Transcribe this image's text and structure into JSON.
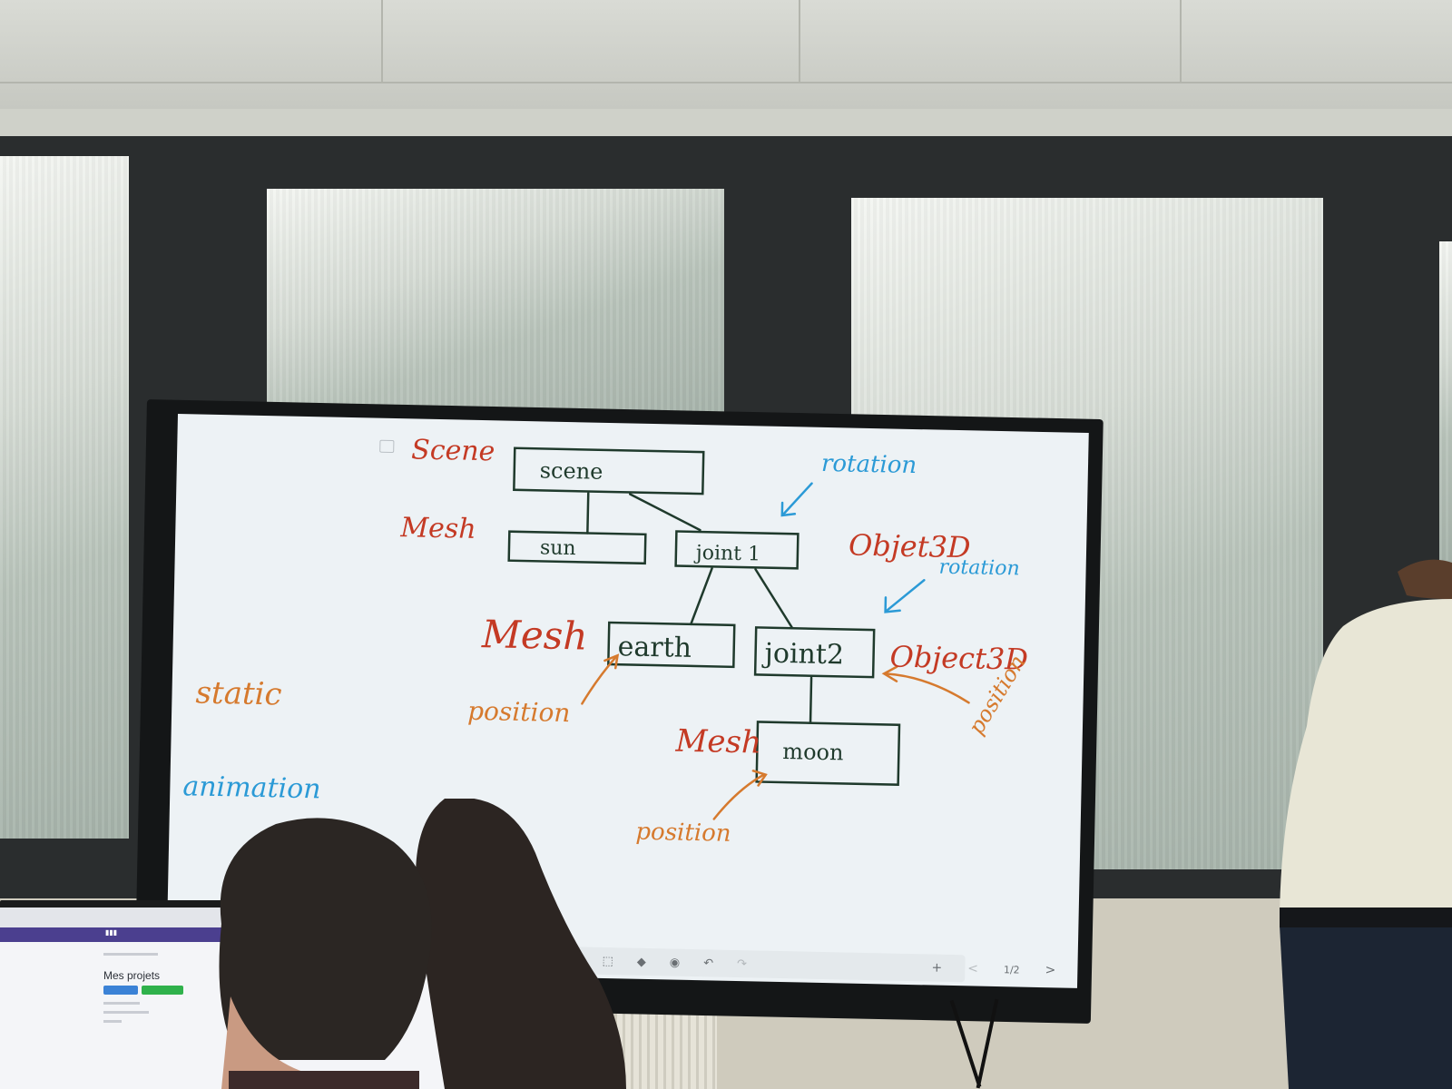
{
  "whiteboard": {
    "layer_labels": {
      "scene": "Scene",
      "mesh_sun": "Mesh",
      "object3d_joint1": "Objet3D",
      "mesh_earth": "Mesh",
      "object3d_joint2": "Object3D",
      "mesh_moon": "Mesh"
    },
    "nodes": {
      "scene": "scene",
      "sun": "sun",
      "joint1": "joint 1",
      "earth": "earth",
      "joint2": "joint2",
      "moon": "moon"
    },
    "annotations": {
      "rotation_1": "rotation",
      "rotation_2": "rotation",
      "position_earth": "position",
      "position_joint2": "position",
      "position_moon": "position",
      "static": "static",
      "animation": "animation"
    },
    "pager": {
      "add": "+",
      "prev": "<",
      "page": "1/2",
      "next": ">"
    },
    "colors": {
      "type_labels": "#c43a24",
      "transform_labels": "#2b9ad6",
      "position_labels": "#d67a2e",
      "diagram_ink": "#1f3a2c"
    }
  },
  "laptop_screen": {
    "page_title": "Mes projets"
  }
}
